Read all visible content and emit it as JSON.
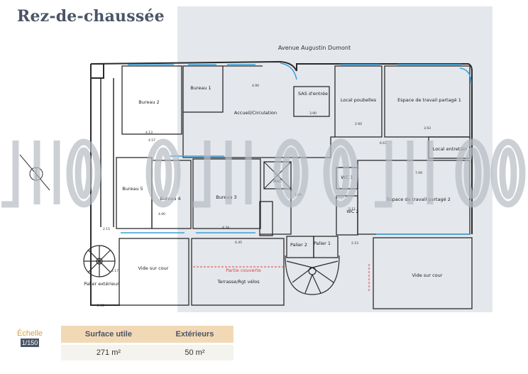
{
  "page": {
    "title": "Rez-de-chaussée"
  },
  "plan": {
    "street": "Avenue Augustin Dumont",
    "rooms": [
      {
        "id": "bureau2",
        "label": "Bureau 2"
      },
      {
        "id": "bureau1",
        "label": "Bureau 1"
      },
      {
        "id": "accueil",
        "label": "Accueil/Circulation"
      },
      {
        "id": "sas",
        "label": "SAS d'entrée"
      },
      {
        "id": "poubelles",
        "label": "Local poubelles"
      },
      {
        "id": "etp1",
        "label": "Espace de travail partagé 1"
      },
      {
        "id": "entretien",
        "label": "Local entretien"
      },
      {
        "id": "bureau5",
        "label": "Bureau 5"
      },
      {
        "id": "bureau4",
        "label": "Bureau 4"
      },
      {
        "id": "bureau3",
        "label": "Bureau 3"
      },
      {
        "id": "asc",
        "label": "Asc"
      },
      {
        "id": "wc1",
        "label": "WC 1"
      },
      {
        "id": "wc2",
        "label": "WC 2"
      },
      {
        "id": "etp2",
        "label": "Espace de travail partagé 2"
      },
      {
        "id": "palier2",
        "label": "Palier 2"
      },
      {
        "id": "palier1",
        "label": "Palier 1"
      },
      {
        "id": "vide1",
        "label": "Vide sur cour"
      },
      {
        "id": "partie",
        "label": "Partie couverte"
      },
      {
        "id": "terrasse",
        "label": "Terrasse/Rgt vélos"
      },
      {
        "id": "vide2",
        "label": "Vide sur cour"
      },
      {
        "id": "palierext",
        "label": "Palier extérieur"
      }
    ],
    "dims": [
      "4.13",
      "4.57",
      "4.90",
      "3.90",
      "2.60",
      "3.93",
      "6.61",
      "7.09",
      "4.90",
      "4.34",
      "5.09",
      "6.45",
      "2.23",
      "4.17",
      "2.15",
      "2.65",
      "5.11"
    ]
  },
  "legend": {
    "scale_label": "Échelle",
    "scale_value": "1/150",
    "headers": [
      "Surface utile",
      "Extérieurs"
    ],
    "values": [
      "271 m²",
      "50 m²"
    ]
  },
  "colors": {
    "title": "#4a5565",
    "accent": "#d8a040",
    "wall": "#2b2b2b",
    "window": "#3aa0d8",
    "red": "#e04040"
  }
}
